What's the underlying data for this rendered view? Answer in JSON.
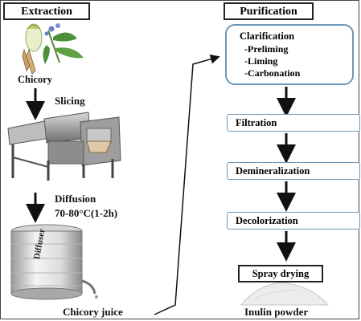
{
  "extraction": {
    "title": "Extraction",
    "chicory": "Chicory",
    "slicing": "Slicing",
    "diffusion": "Diffusion",
    "diffusion_condition": "70-80°C(1-2h)",
    "diffuser_text": "Diffuser",
    "chicory_juice": "Chicory juice"
  },
  "purification": {
    "title": "Purification",
    "clarification": {
      "label": "Clarification",
      "steps": [
        "-Preliming",
        "-Liming",
        "-Carbonation"
      ]
    },
    "filtration": "Filtration",
    "demineralization": "Demineralization",
    "decolorization": "Decolorization",
    "spray_drying": "Spray drying",
    "inulin_powder": "Inulin powder"
  },
  "colors": {
    "box_border": "#6b98b8",
    "arrow": "#111111"
  }
}
